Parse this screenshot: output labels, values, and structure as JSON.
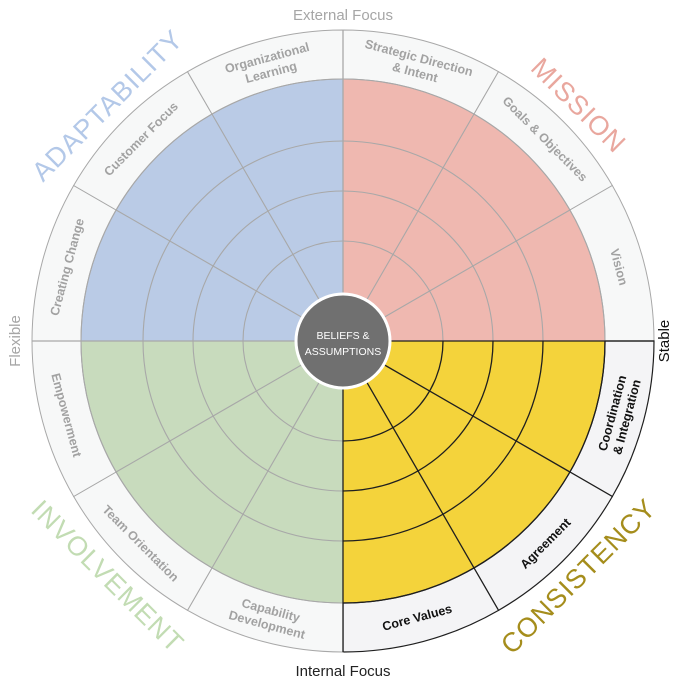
{
  "axes": {
    "top": "External Focus",
    "bottom": "Internal Focus",
    "left": "Flexible",
    "right": "Stable"
  },
  "center": {
    "line1": "BELIEFS &",
    "line2": "ASSUMPTIONS"
  },
  "traits": [
    {
      "id": "mission",
      "label": "MISSION",
      "fill": "#efb8b0",
      "text_color": "#e9a79e",
      "highlighted": false,
      "segments": [
        {
          "lines": [
            "Strategic Direction",
            "& Intent"
          ]
        },
        {
          "lines": [
            "Goals & Objectives"
          ]
        },
        {
          "lines": [
            "Vision"
          ]
        }
      ]
    },
    {
      "id": "consistency",
      "label": "CONSISTENCY",
      "fill": "#f4d33b",
      "text_color": "#a58d1c",
      "highlighted": true,
      "segments": [
        {
          "lines": [
            "Coordination",
            "& Integration"
          ]
        },
        {
          "lines": [
            "Agreement"
          ]
        },
        {
          "lines": [
            "Core Values"
          ]
        }
      ]
    },
    {
      "id": "involvement",
      "label": "INVOLVEMENT",
      "fill": "#c8dbbd",
      "text_color": "#c2dcb3",
      "highlighted": false,
      "segments": [
        {
          "lines": [
            "Capability",
            "Development"
          ]
        },
        {
          "lines": [
            "Team Orientation"
          ]
        },
        {
          "lines": [
            "Empowerment"
          ]
        }
      ]
    },
    {
      "id": "adaptability",
      "label": "ADAPTABILITY",
      "fill": "#bacbe6",
      "text_color": "#b3c8e8",
      "highlighted": false,
      "segments": [
        {
          "lines": [
            "Creating Change"
          ]
        },
        {
          "lines": [
            "Customer Focus"
          ]
        },
        {
          "lines": [
            "Organizational",
            "Learning"
          ]
        }
      ]
    }
  ],
  "colors": {
    "ring_gray": "#a8a8a8",
    "outer_band": "#f7f8f8",
    "highlight_band": "#f4f4f6",
    "center_fill": "#707070",
    "axis_text": "#a6a6a6",
    "label_gray": "#a2a2a2"
  }
}
